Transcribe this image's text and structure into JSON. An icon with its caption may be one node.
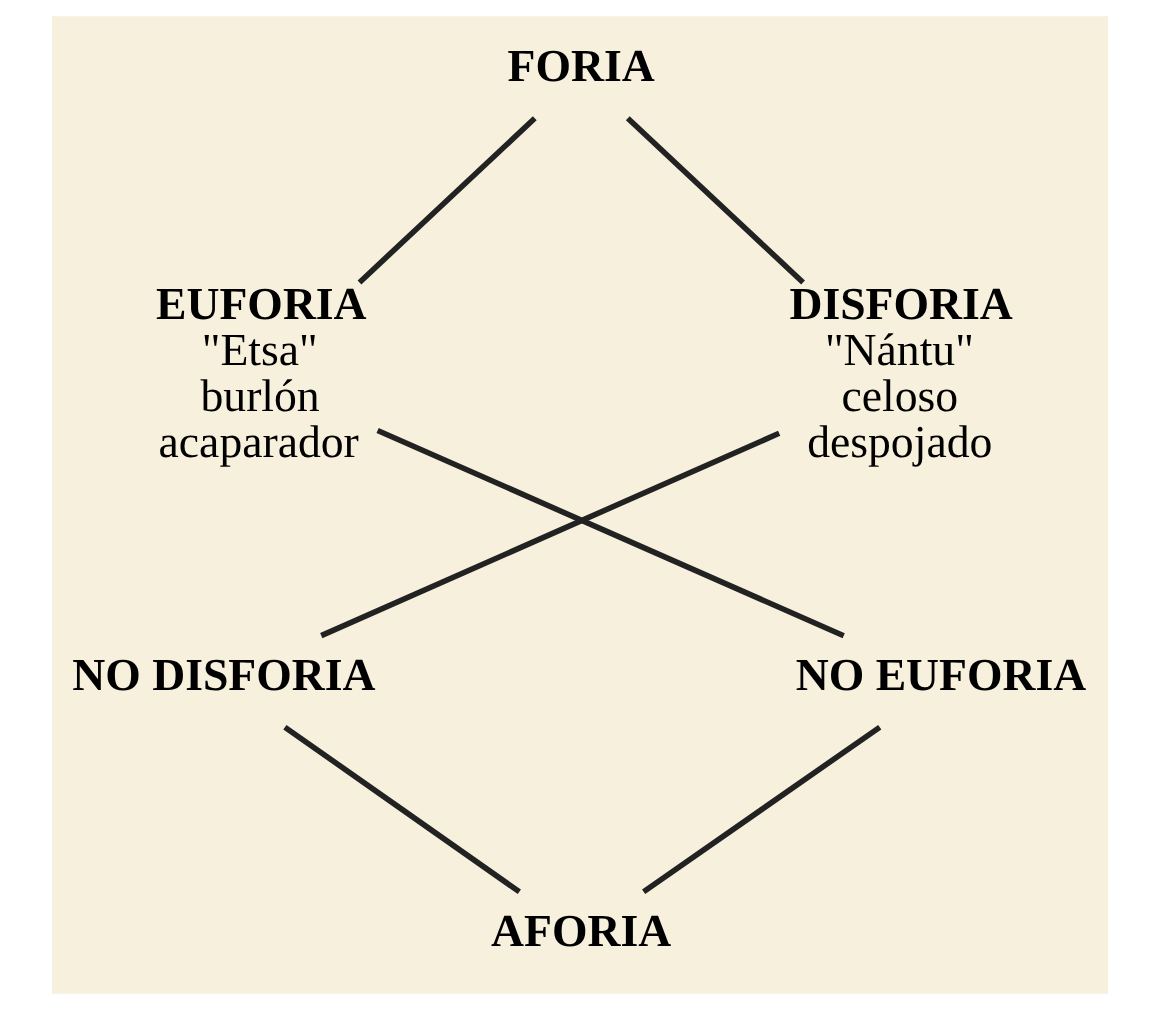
{
  "diagram": {
    "nodes": [
      {
        "text": [
          "FORIA"
        ]
      },
      {
        "text": [
          "EUFORIA",
          "\"Etsa\" burlón acaparador"
        ]
      },
      {
        "text": [
          "DISFORIA",
          "\"Nántu\" celoso despojado"
        ]
      },
      {
        "text": [
          "NO DISFORIA"
        ]
      },
      {
        "text": [
          "NO EUFORIA"
        ]
      },
      {
        "text": [
          "AFORIA"
        ]
      }
    ],
    "edges": [
      {
        "from": 0,
        "to": 1,
        "arrow": "none"
      },
      {
        "from": 0,
        "to": 2,
        "arrow": "none"
      },
      {
        "from": 1,
        "to": 4,
        "arrow": "none"
      },
      {
        "from": 2,
        "to": 3,
        "arrow": "none"
      },
      {
        "from": 3,
        "to": 5,
        "arrow": "none"
      },
      {
        "from": 4,
        "to": 5,
        "arrow": "none"
      }
    ]
  }
}
